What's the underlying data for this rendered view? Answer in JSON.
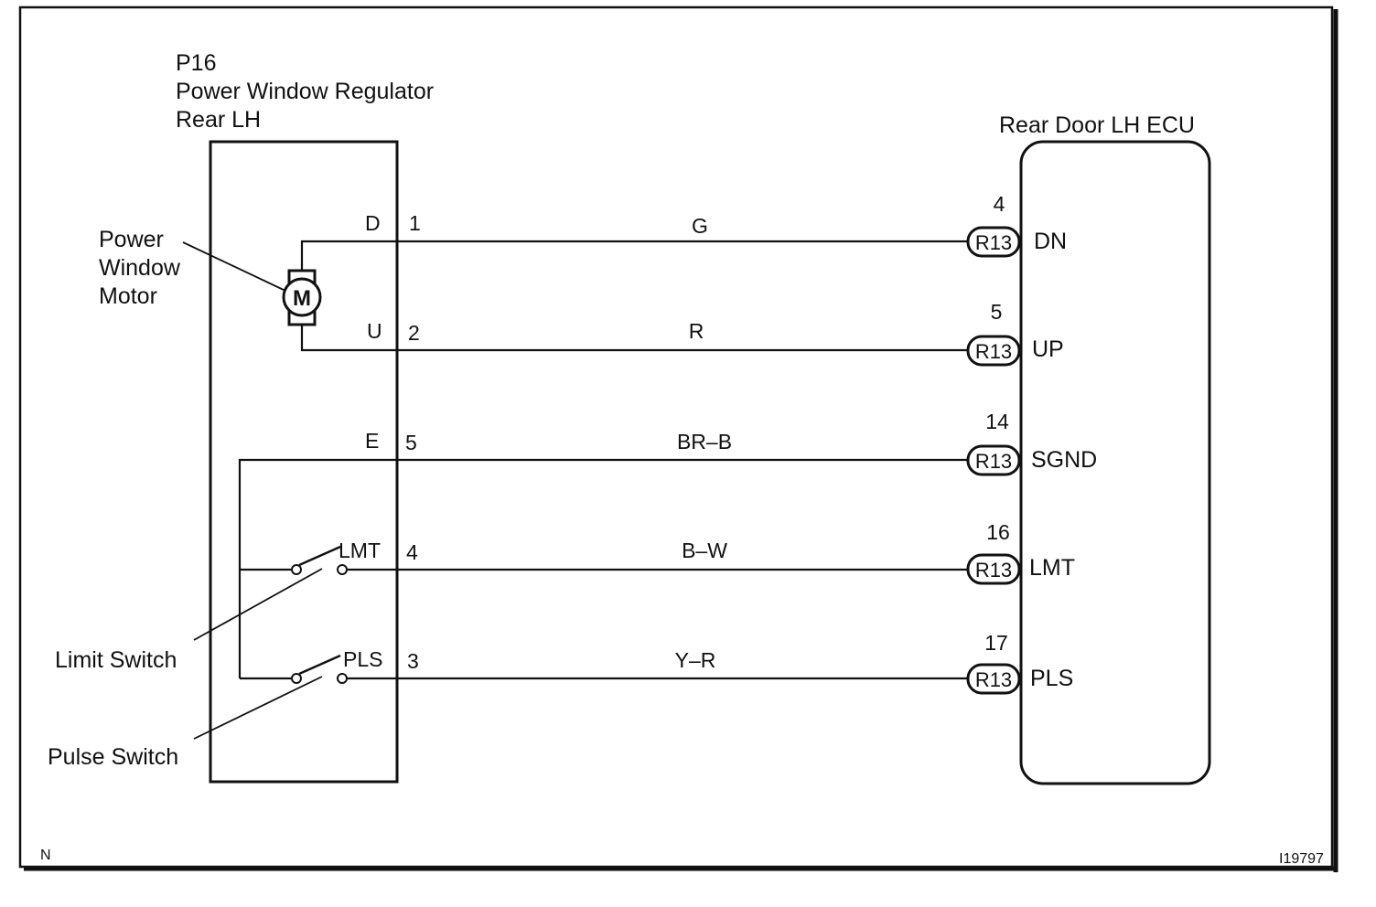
{
  "regulator": {
    "code": "P16",
    "name_line1": "Power Window Regulator",
    "name_line2": "Rear LH"
  },
  "ecu": {
    "name": "Rear Door LH ECU"
  },
  "motor": {
    "symbol": "M",
    "label_line1": "Power",
    "label_line2": "Window",
    "label_line3": "Motor"
  },
  "switches": {
    "limit_label": "Limit Switch",
    "pulse_label": "Pulse Switch"
  },
  "circuits": [
    {
      "terminal": "D",
      "pin": "1",
      "wire_color": "G",
      "ecu_pin": "4",
      "connector": "R13",
      "ecu_terminal": "DN"
    },
    {
      "terminal": "U",
      "pin": "2",
      "wire_color": "R",
      "ecu_pin": "5",
      "connector": "R13",
      "ecu_terminal": "UP"
    },
    {
      "terminal": "E",
      "pin": "5",
      "wire_color": "BR–B",
      "ecu_pin": "14",
      "connector": "R13",
      "ecu_terminal": "SGND"
    },
    {
      "terminal": "LMT",
      "pin": "4",
      "wire_color": "B–W",
      "ecu_pin": "16",
      "connector": "R13",
      "ecu_terminal": "LMT"
    },
    {
      "terminal": "PLS",
      "pin": "3",
      "wire_color": "Y–R",
      "ecu_pin": "17",
      "connector": "R13",
      "ecu_terminal": "PLS"
    }
  ],
  "footer": {
    "left_code": "N",
    "right_code": "I19797"
  }
}
